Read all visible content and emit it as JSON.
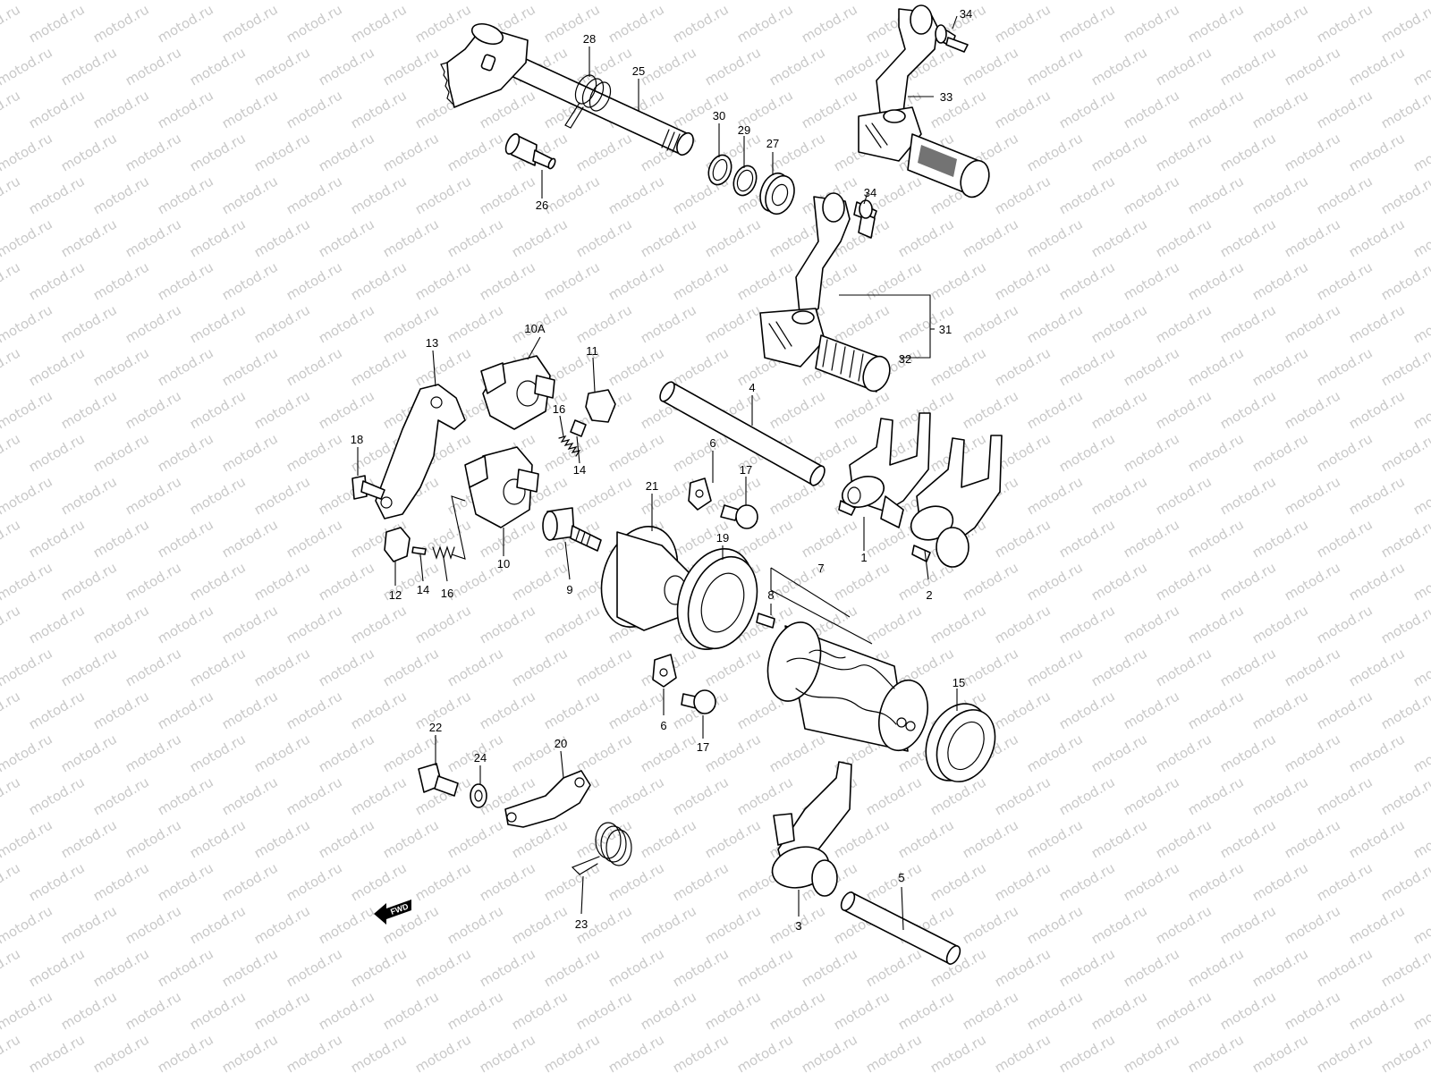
{
  "watermark": "motod.ru",
  "direction_label": "FWD",
  "labels": {
    "p1": "1",
    "p2": "2",
    "p3": "3",
    "p4": "4",
    "p5": "5",
    "p6a": "6",
    "p6b": "6",
    "p7": "7",
    "p8": "8",
    "p9": "9",
    "p10": "10",
    "p10a": "10A",
    "p11": "11",
    "p12": "12",
    "p13": "13",
    "p14a": "14",
    "p14b": "14",
    "p15": "15",
    "p16a": "16",
    "p16b": "16",
    "p17a": "17",
    "p17b": "17",
    "p18": "18",
    "p19": "19",
    "p20": "20",
    "p21": "21",
    "p22": "22",
    "p23": "23",
    "p24": "24",
    "p25": "25",
    "p26": "26",
    "p27": "27",
    "p28": "28",
    "p29": "29",
    "p30": "30",
    "p31": "31",
    "p32": "32",
    "p33": "33",
    "p34a": "34",
    "p34b": "34"
  }
}
